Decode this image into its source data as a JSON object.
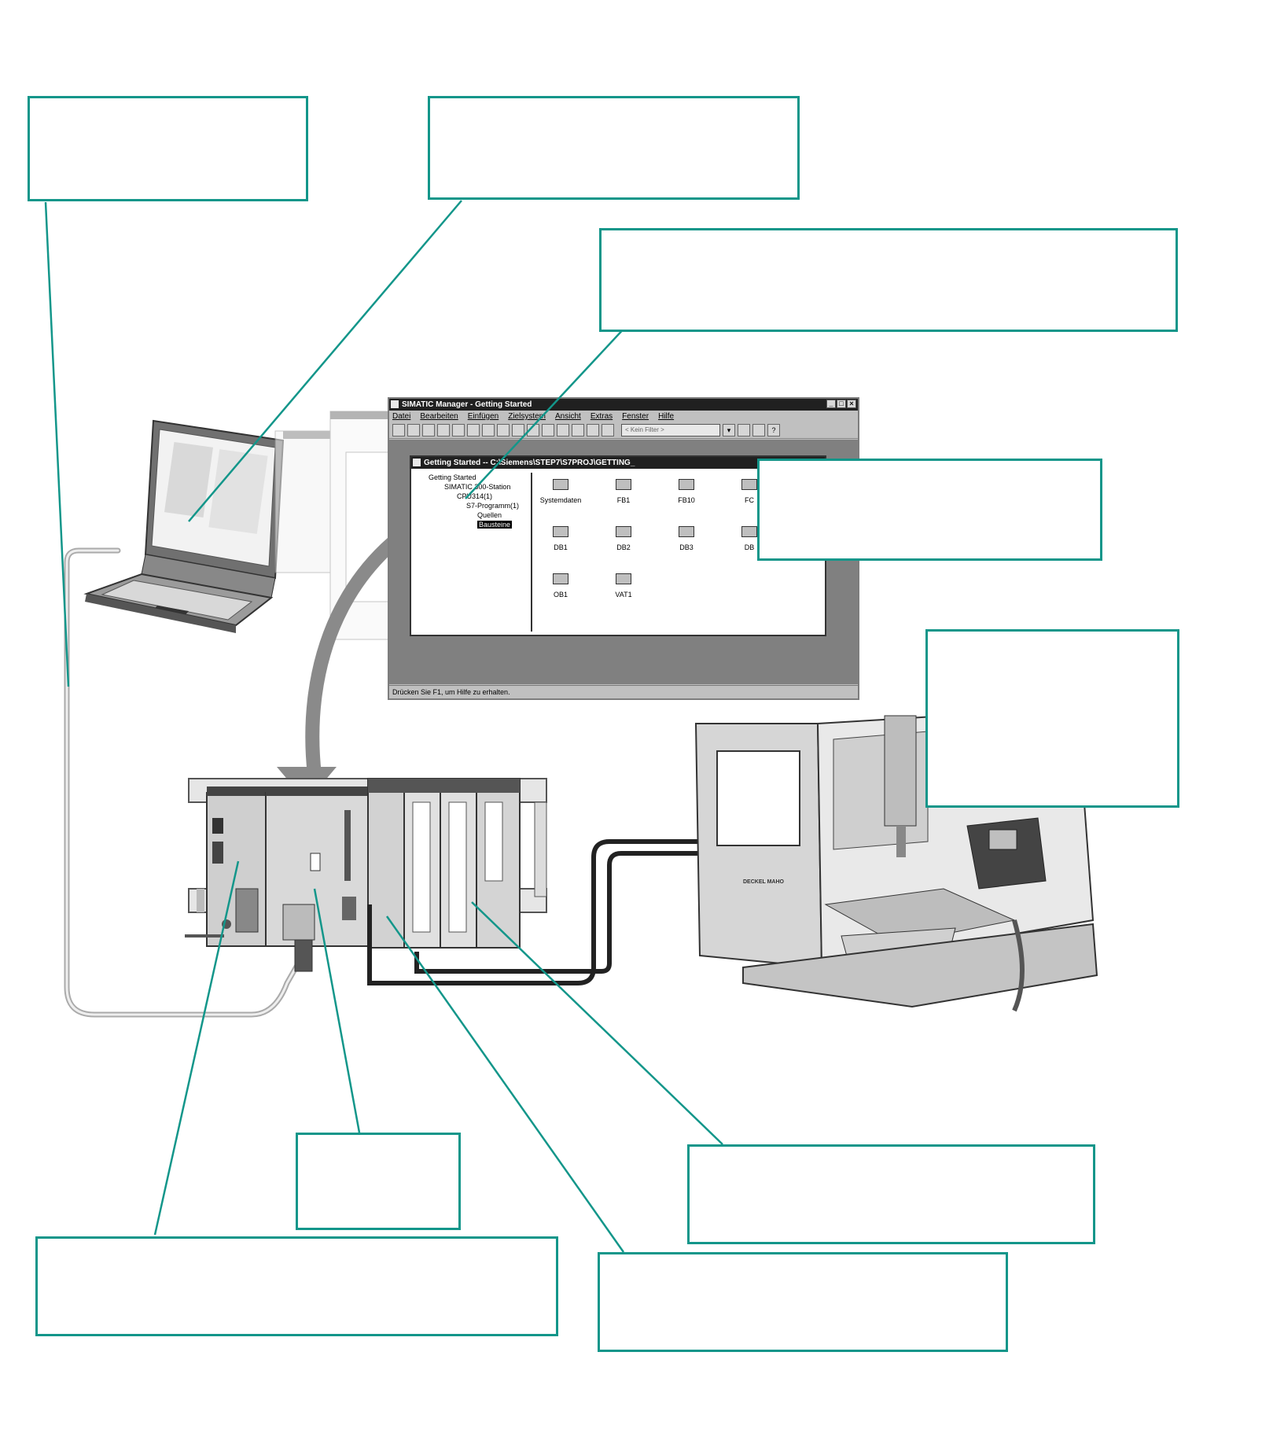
{
  "colors": {
    "callout_border": "#13968a",
    "cable": "#aaaaaa",
    "arrow": "#8a8a8a"
  },
  "simatic_window": {
    "title": "SIMATIC Manager - Getting Started",
    "menu": [
      "Datei",
      "Bearbeiten",
      "Einfügen",
      "Zielsystem",
      "Ansicht",
      "Extras",
      "Fenster",
      "Hilfe"
    ],
    "filter_placeholder": "< Kein Filter >",
    "project_window_title": "Getting Started -- C:\\Siemens\\STEP7\\S7PROJ\\GETTING_",
    "tree": [
      "Getting Started",
      "SIMATIC 300-Station",
      "CPU314(1)",
      "S7-Programm(1)",
      "Quellen",
      "Bausteine"
    ],
    "blocks": [
      "Systemdaten",
      "FB1",
      "FB10",
      "FC",
      "DB1",
      "DB2",
      "DB3",
      "DB",
      "OB1",
      "VAT1"
    ],
    "status_text": "Drücken Sie F1, um Hilfe zu erhalten."
  },
  "machine": {
    "brand": "DECKEL MAHO"
  }
}
